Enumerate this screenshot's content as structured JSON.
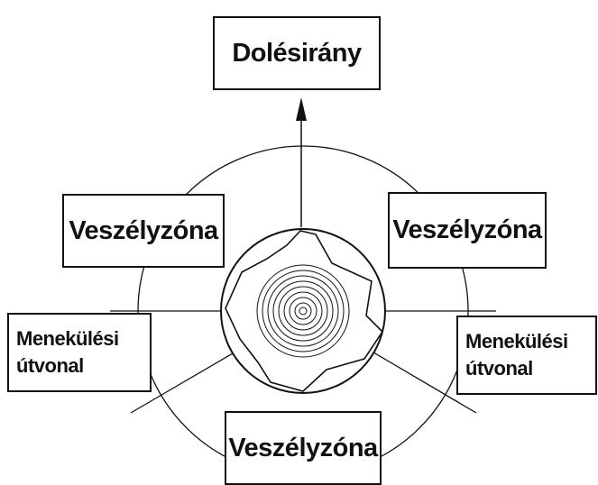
{
  "diagram": {
    "labels": {
      "fall_direction": "Dolésirány",
      "danger_zone_left": "Veszélyzóna",
      "danger_zone_right": "Veszélyzóna",
      "danger_zone_bottom": "Veszélyzóna",
      "escape_route_left_line1": "Menekülési",
      "escape_route_left_line2": "útvonal",
      "escape_route_right_line1": "Menekülési",
      "escape_route_right_line2": "útvonal"
    },
    "colors": {
      "line": "#111111",
      "background": "#ffffff"
    }
  }
}
